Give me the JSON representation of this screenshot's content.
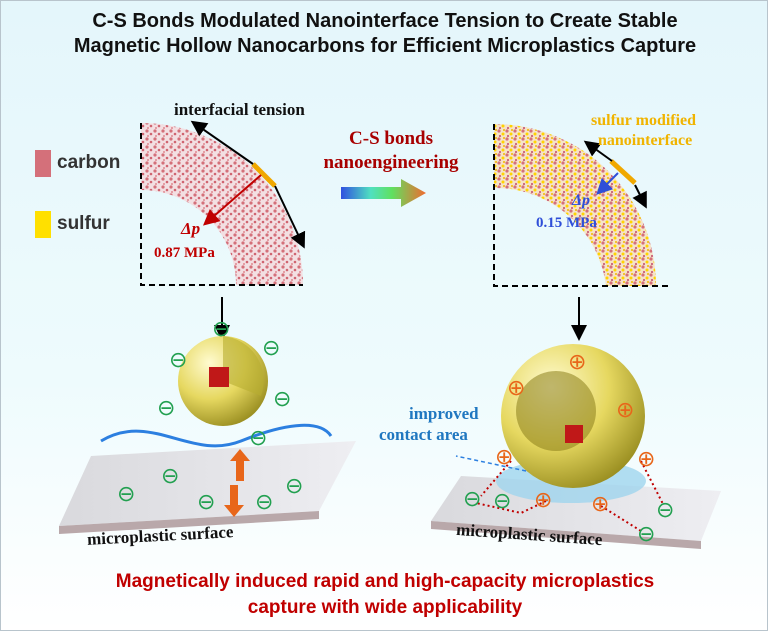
{
  "title": {
    "line1": "C-S Bonds Modulated Nanointerface Tension to Create Stable",
    "line2": "Magnetic Hollow Nanocarbons for Efficient Microplastics Capture"
  },
  "legend": [
    {
      "label": "carbon",
      "color": "#d4707a"
    },
    {
      "label": "sulfur",
      "color": "#ffe000"
    }
  ],
  "left_panel": {
    "tension_label": "interfacial tension",
    "delta_p_label": "Δp",
    "pressure": "0.87 MPa"
  },
  "middle_arrow": {
    "line1": "C-S bonds",
    "line2": "nanoengineering"
  },
  "right_panel": {
    "interface_label_1": "sulfur modified",
    "interface_label_2": "nanointerface",
    "delta_p_label": "Δp",
    "pressure": "0.15 MPa"
  },
  "bottom_left": {
    "surface_label": "microplastic surface",
    "charge_symbol": "⊖"
  },
  "bottom_right": {
    "contact_label_1": "improved",
    "contact_label_2": "contact area",
    "surface_label": "microplastic surface",
    "charge_symbol": "⊕"
  },
  "footer": {
    "line1": "Magnetically induced rapid and high-capacity microplastics",
    "line2": "capture with wide applicability"
  },
  "colors": {
    "red": "#c00000",
    "blue": "#2f4fd8",
    "gold": "#f0b400",
    "green": "#22a050",
    "orange": "#e8661a"
  }
}
